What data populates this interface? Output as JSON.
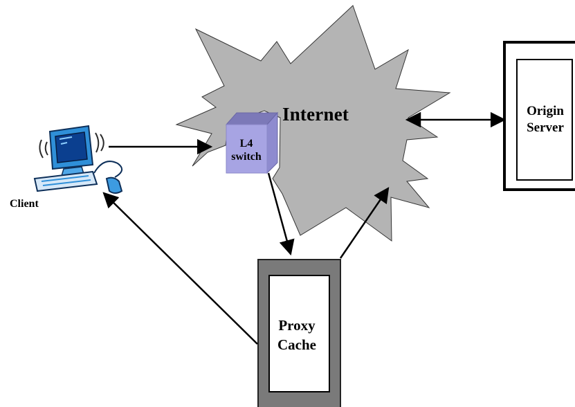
{
  "colors": {
    "cloud_fill": "#b4b4b4",
    "cloud_stroke": "#333333",
    "switch_front": "#a7a4e3",
    "switch_top": "#7c79b8",
    "switch_side": "#8e8bcf",
    "proxy_frame": "#7a7a7a",
    "arrow": "#000000",
    "computer_blue": "#2f8fd8"
  },
  "icons": {
    "client": "desktop-computer-icon",
    "switch": "network-switch-icon"
  },
  "labels": {
    "internet": "Internet",
    "client": "Client",
    "l4_switch_line1": "L4",
    "l4_switch_line2": "switch",
    "origin_server_line1": "Origin",
    "origin_server_line2": "Server",
    "proxy_cache_line1": "Proxy",
    "proxy_cache_line2": "Cache"
  },
  "connections": [
    {
      "from": "client",
      "to": "l4-switch",
      "direction": "one-way"
    },
    {
      "from": "l4-switch",
      "to": "proxy-cache",
      "direction": "one-way"
    },
    {
      "from": "proxy-cache",
      "to": "internet",
      "direction": "one-way"
    },
    {
      "from": "proxy-cache",
      "to": "client",
      "direction": "one-way"
    },
    {
      "from": "internet",
      "to": "origin-server",
      "direction": "two-way"
    }
  ]
}
